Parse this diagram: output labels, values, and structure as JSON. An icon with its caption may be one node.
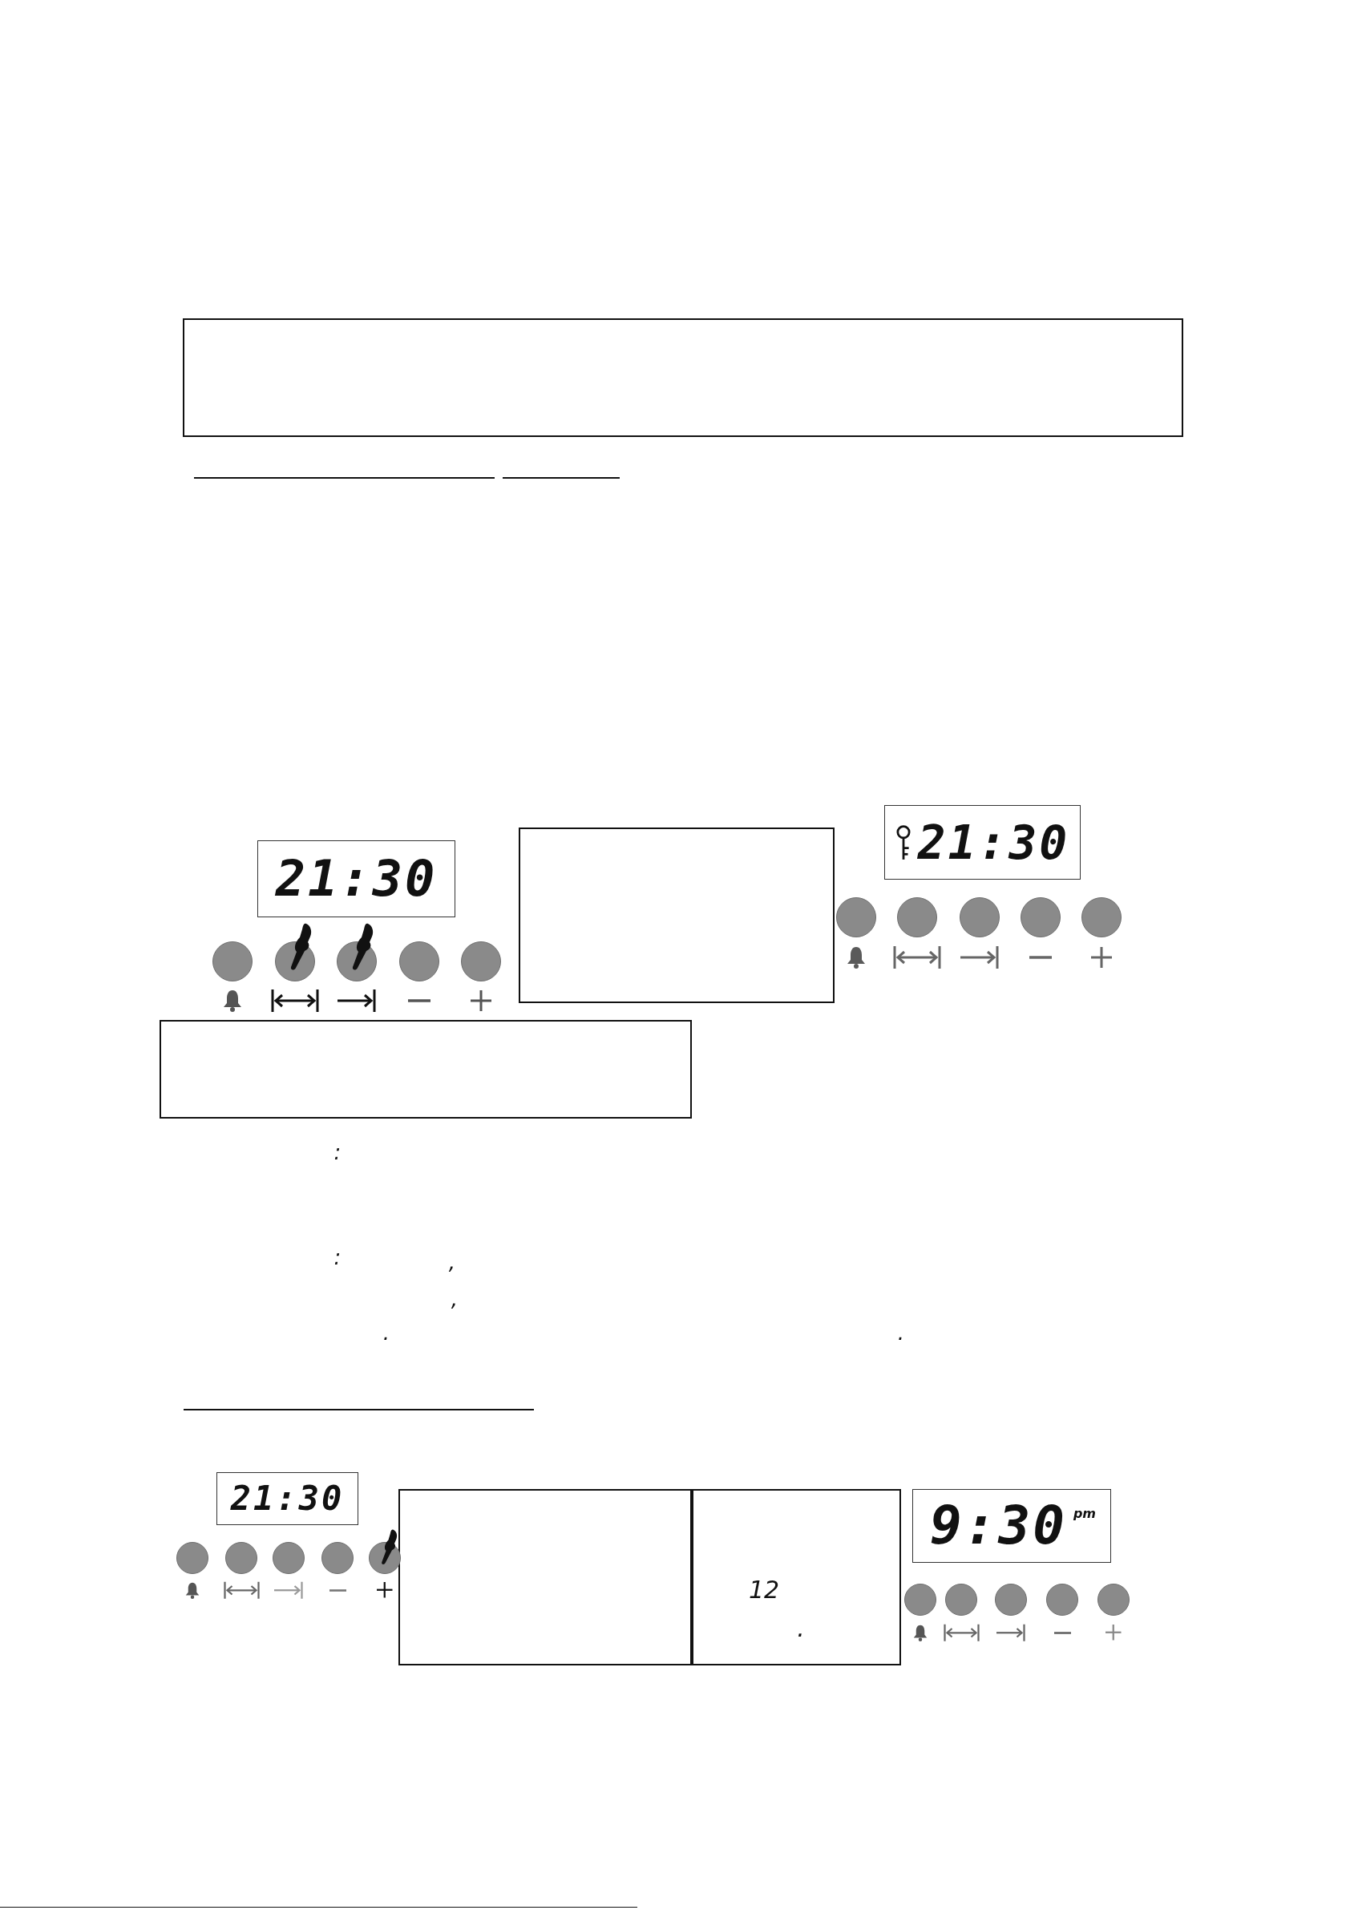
{
  "diagram": {
    "nodes": [
      {
        "text": [],
        "shape": "box"
      },
      {
        "text": [
          "21:30"
        ]
      },
      {
        "text": [],
        "shape": "box"
      },
      {
        "text": [
          "21:30"
        ]
      },
      {
        "text": [],
        "shape": "box"
      },
      {
        "text": [
          "21:30"
        ]
      },
      {
        "text": [],
        "shape": "box"
      },
      {
        "text": [
          "12",
          "."
        ]
      },
      {
        "text": [
          "9:30",
          "pm"
        ]
      }
    ],
    "labels": [
      ":",
      ":",
      ",",
      ",",
      ".",
      "."
    ]
  }
}
